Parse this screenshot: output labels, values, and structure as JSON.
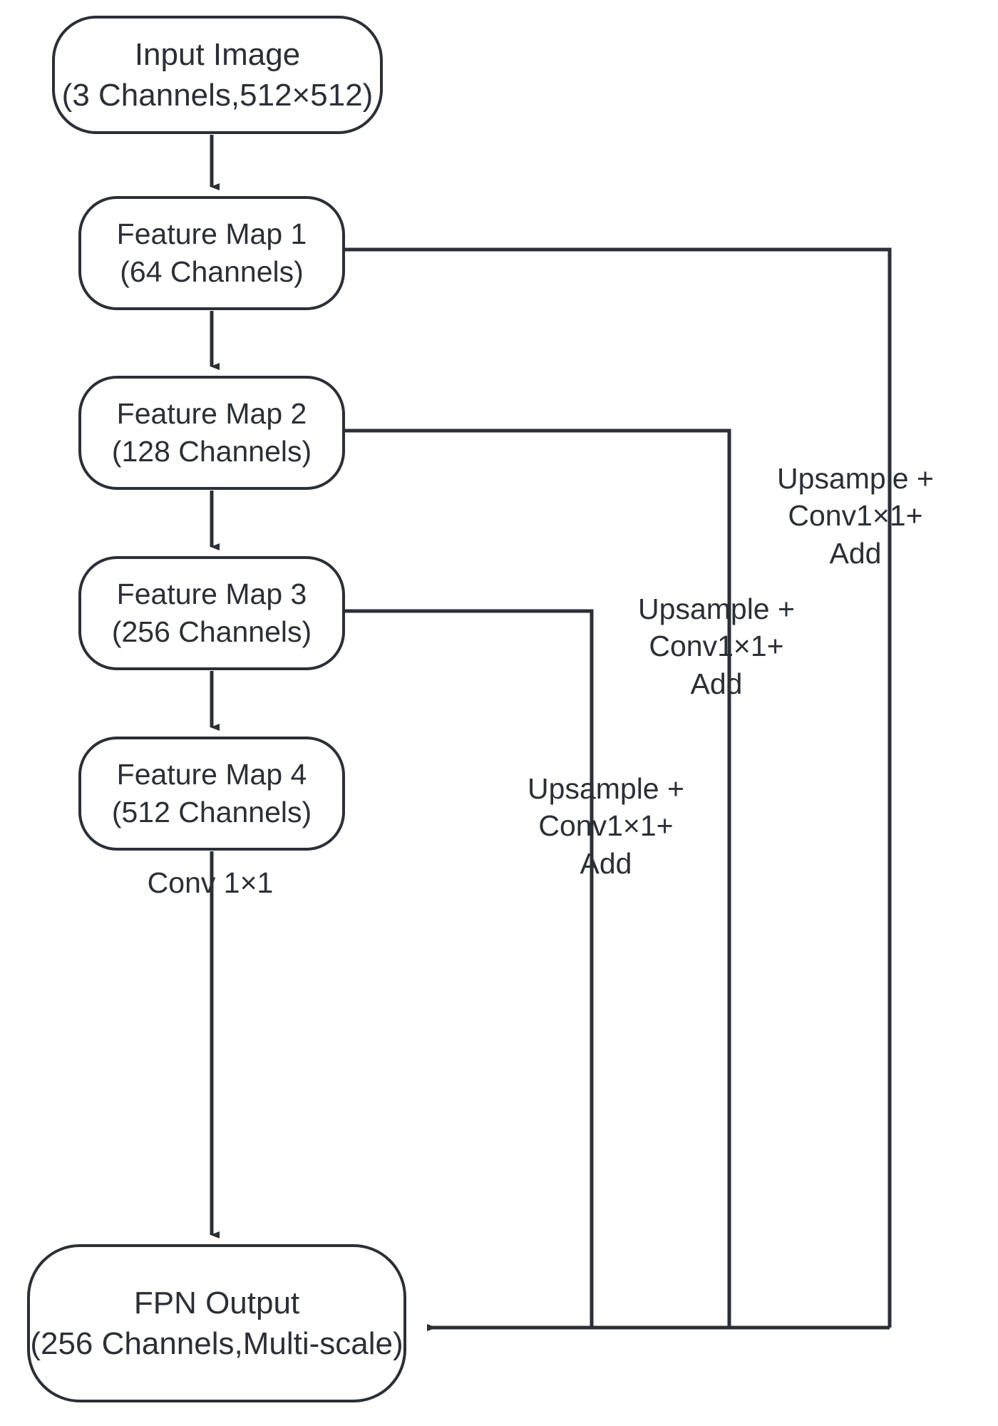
{
  "diagram": {
    "title": "FPN Feature Pyramid Network Architecture",
    "line_color": "#2b2f36",
    "background": "#ffffff",
    "nodes": [
      {
        "id": "input",
        "line1": "Input Image",
        "line2": "(3 Channels,512×512)"
      },
      {
        "id": "fm1",
        "line1": "Feature Map 1",
        "line2": "(64 Channels)"
      },
      {
        "id": "fm2",
        "line1": "Feature Map 2",
        "line2": "(128 Channels)"
      },
      {
        "id": "fm3",
        "line1": "Feature Map 3",
        "line2": "(256 Channels)"
      },
      {
        "id": "fm4",
        "line1": "Feature Map 4",
        "line2": "(512 Channels)"
      },
      {
        "id": "fpn",
        "line1": "FPN Output",
        "line2": "(256 Channels,Multi-scale)"
      }
    ],
    "edge_labels": {
      "conv11": "Conv 1×1",
      "upsample1": {
        "line1": "Upsample +",
        "line2": "Conv1×1+",
        "line3": "Add"
      },
      "upsample2": {
        "line1": "Upsample +",
        "line2": "Conv1×1+",
        "line3": "Add"
      },
      "upsample3": {
        "line1": "Upsample +",
        "line2": "Conv1×1+",
        "line3": "Add"
      }
    }
  }
}
